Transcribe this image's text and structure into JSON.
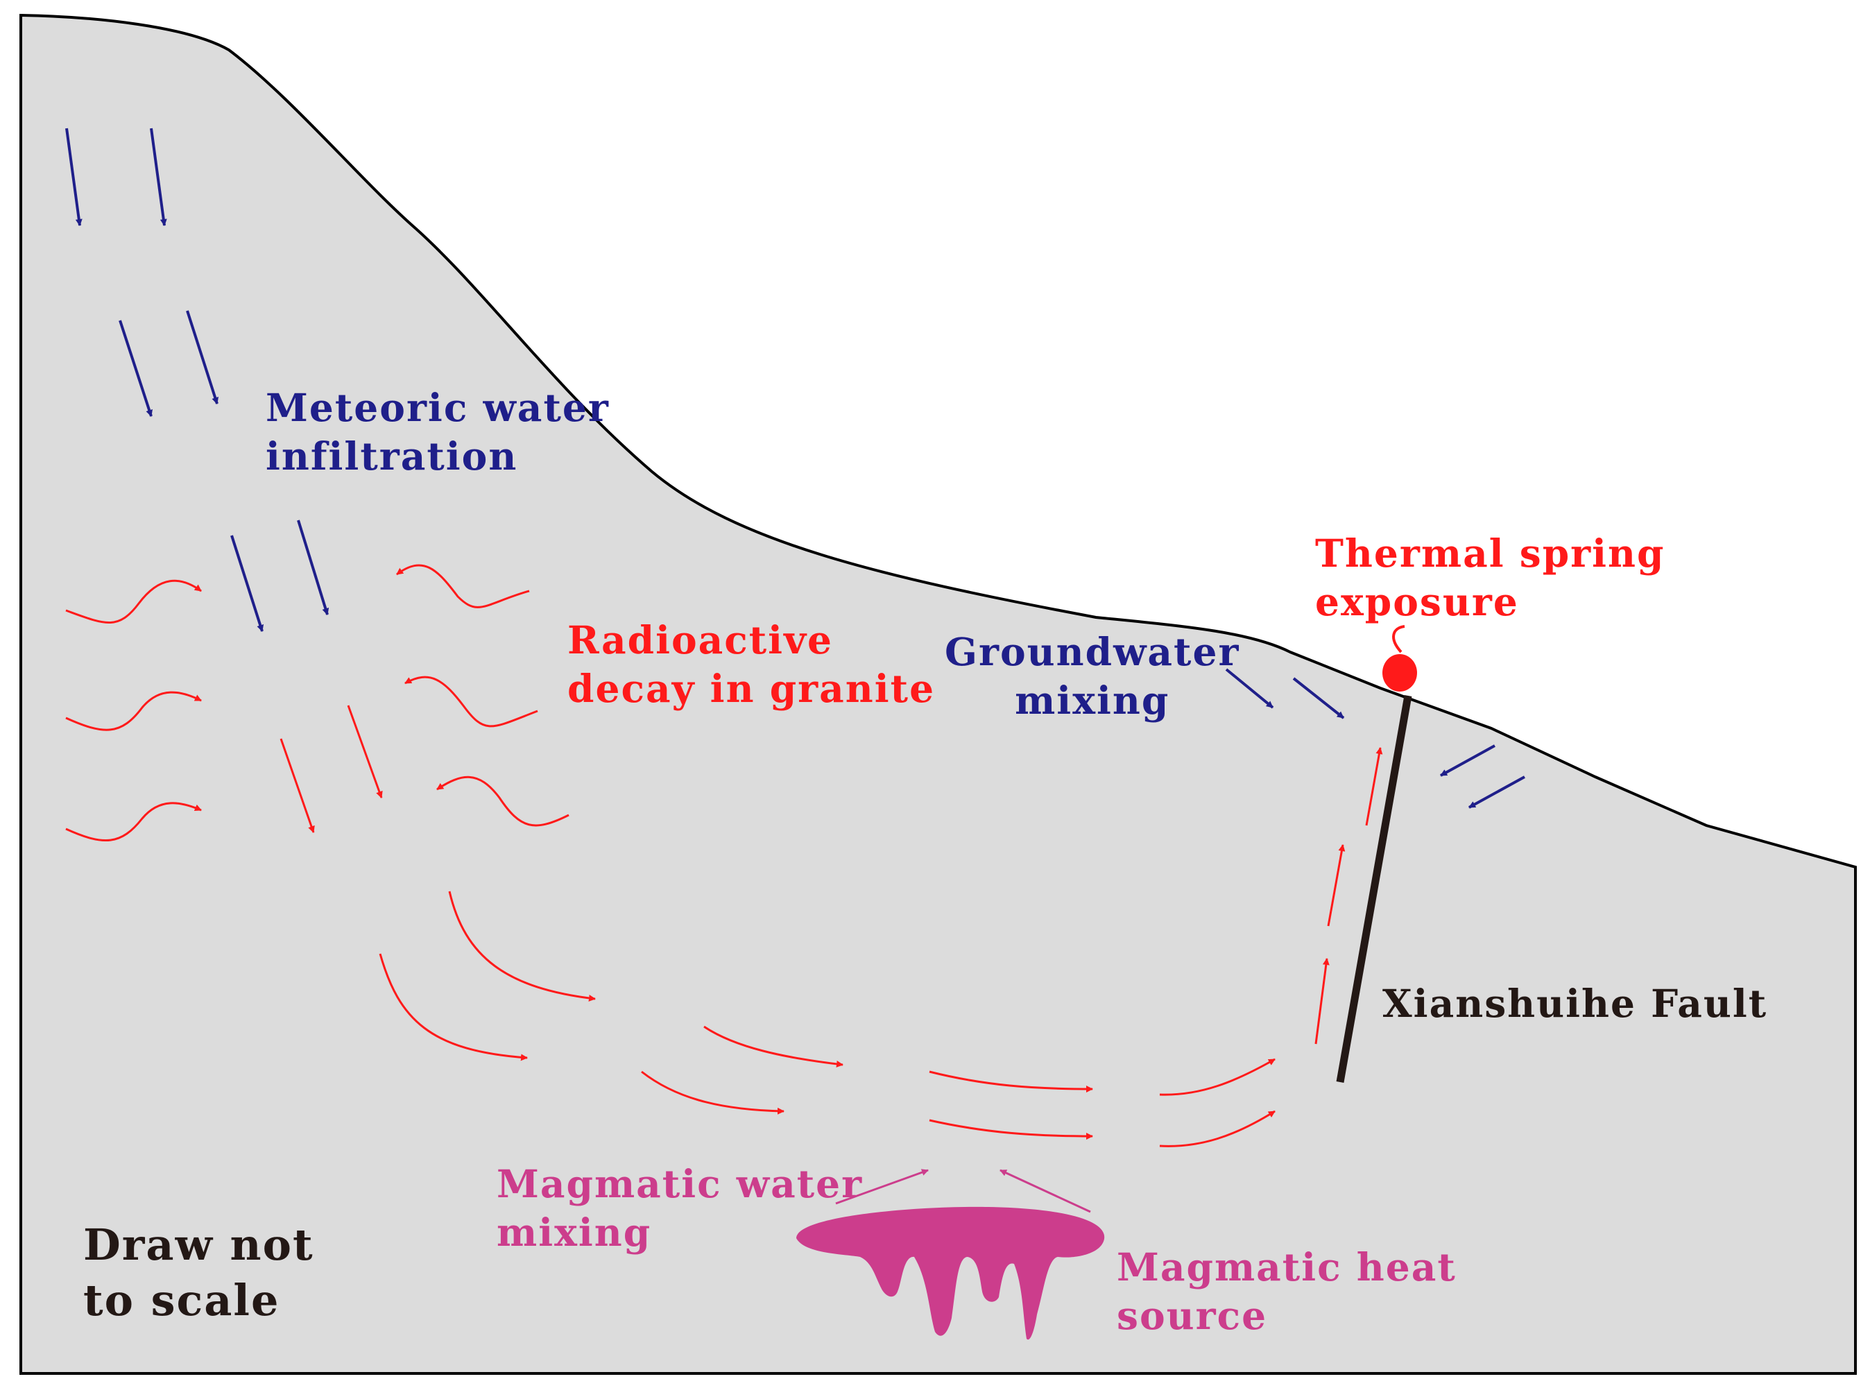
{
  "colors": {
    "ground": "#dcdcdc",
    "outline": "#000000",
    "meteoric": "#1f1f8a",
    "thermal": "#ff1a1a",
    "magma": "#cc3d8c",
    "fault": "#231815"
  },
  "labels": {
    "meteoric": [
      "Meteoric water",
      "infiltration"
    ],
    "radioactive": [
      "Radioactive",
      "decay  in  granite"
    ],
    "thermal_spring": [
      "Thermal spring",
      "exposure"
    ],
    "groundwater": [
      "Groundwater",
      "mixing"
    ],
    "fault": "Xianshuihe Fault",
    "magmatic_water": [
      "Magmatic  water",
      "mixing"
    ],
    "magmatic_heat": [
      "Magmatic heat",
      "source"
    ],
    "scale_note": [
      "Draw not",
      "to scale"
    ]
  }
}
